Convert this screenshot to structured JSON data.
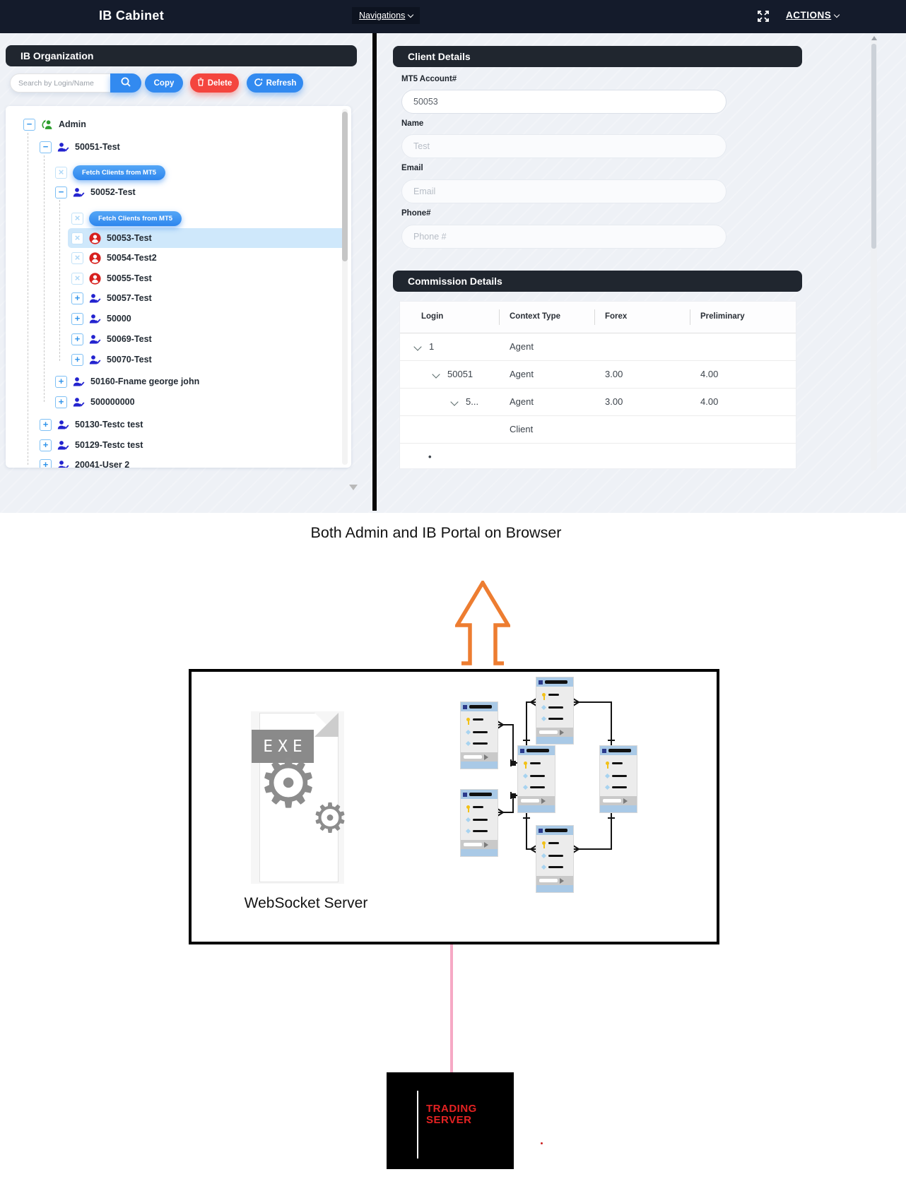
{
  "header": {
    "title": "IB Cabinet",
    "nav_label": "Navigations",
    "actions_label": "ACTIONS"
  },
  "org": {
    "title": "IB Organization",
    "search_placeholder": "Search by Login/Name",
    "copy_label": "Copy",
    "delete_label": "Delete",
    "refresh_label": "Refresh",
    "tree": [
      {
        "label": "Admin"
      },
      {
        "label": "50051-Test"
      },
      {
        "label": "Fetch Clients from MT5"
      },
      {
        "label": "50052-Test"
      },
      {
        "label": "Fetch Clients from MT5"
      },
      {
        "label": "50053-Test"
      },
      {
        "label": "50054-Test2"
      },
      {
        "label": "50055-Test"
      },
      {
        "label": "50057-Test"
      },
      {
        "label": "50000"
      },
      {
        "label": "50069-Test"
      },
      {
        "label": "50070-Test"
      },
      {
        "label": "50160-Fname george john"
      },
      {
        "label": "500000000"
      },
      {
        "label": "50130-Testc test"
      },
      {
        "label": "50129-Testc test"
      },
      {
        "label": "20041-User 2"
      }
    ]
  },
  "client": {
    "title": "Client Details",
    "mt5_label": "MT5 Account#",
    "mt5_value": "50053",
    "name_label": "Name",
    "name_placeholder": "Test",
    "email_label": "Email",
    "email_placeholder": "Email",
    "phone_label": "Phone#",
    "phone_placeholder": "Phone #"
  },
  "commission": {
    "title": "Commission Details",
    "headers": [
      "Login",
      "Context Type",
      "Forex",
      "Preliminary"
    ],
    "rows": [
      {
        "login": "1",
        "context": "Agent",
        "forex": "",
        "preliminary": ""
      },
      {
        "login": "50051",
        "context": "Agent",
        "forex": "3.00",
        "preliminary": "4.00"
      },
      {
        "login": "5...",
        "context": "Agent",
        "forex": "3.00",
        "preliminary": "4.00"
      },
      {
        "login": "",
        "context": "Client",
        "forex": "",
        "preliminary": ""
      },
      {
        "login": "•",
        "context": "",
        "forex": "",
        "preliminary": ""
      }
    ]
  },
  "diagram": {
    "caption": "Both Admin and IB Portal on Browser",
    "exe_label": "EXE",
    "websocket_label": "WebSocket Server",
    "trading_line1": "TRADING",
    "trading_line2": "SERVER"
  },
  "icons": {
    "minus": "−",
    "plus": "+",
    "close": "×",
    "gear": "⚙"
  },
  "colors": {
    "header_bg": "#141b2b",
    "panel_bar_bg": "#20262f",
    "accent_blue": "#328af0",
    "danger_red": "#f4453e",
    "tree_selected": "#cfe8fb",
    "person_blue": "#2323cf",
    "person_red": "#d7201e",
    "admin_green": "#2e9e2e",
    "arrow_orange": "#ED7D31",
    "pink_link": "#f6a9c5",
    "trading_red": "#e32222"
  }
}
